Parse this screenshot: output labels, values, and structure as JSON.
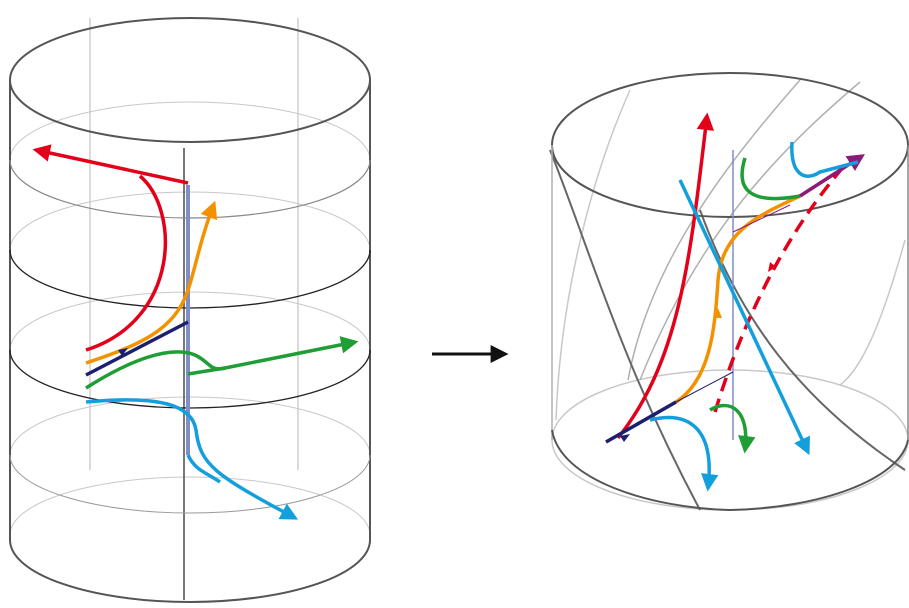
{
  "diagram": {
    "kind": "cylinder-deformation",
    "arrow_between_panels": "right-arrow",
    "colors": {
      "red": "#e2001a",
      "orange": "#f39200",
      "navy": "#1b1f6e",
      "green": "#1e9e34",
      "cyan": "#139fdc",
      "purple": "#8b1a7a",
      "axis_blue": "#7f8ec8",
      "outline": "#555555",
      "light_line": "#c8c8c8"
    },
    "left_panel": {
      "description_name": "straight-cylinder"
    },
    "right_panel": {
      "description_name": "twisted-cylinder"
    }
  }
}
